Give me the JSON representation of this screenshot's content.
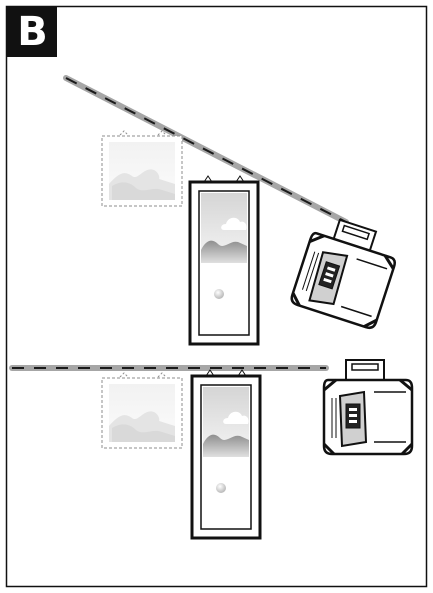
{
  "step": {
    "label": "B"
  },
  "scene": {
    "top_illustration": "tilted-laser-line",
    "bottom_illustration": "level-laser-line"
  },
  "colors": {
    "frame": "#111111",
    "laser_line": "#a6a6a6",
    "laser_dash": "#1a1a1a",
    "dashed_frame": "#8c8c8c",
    "photo_sky": "#ededed"
  },
  "icons": [
    "laser-level-icon",
    "picture-frame-icon"
  ]
}
